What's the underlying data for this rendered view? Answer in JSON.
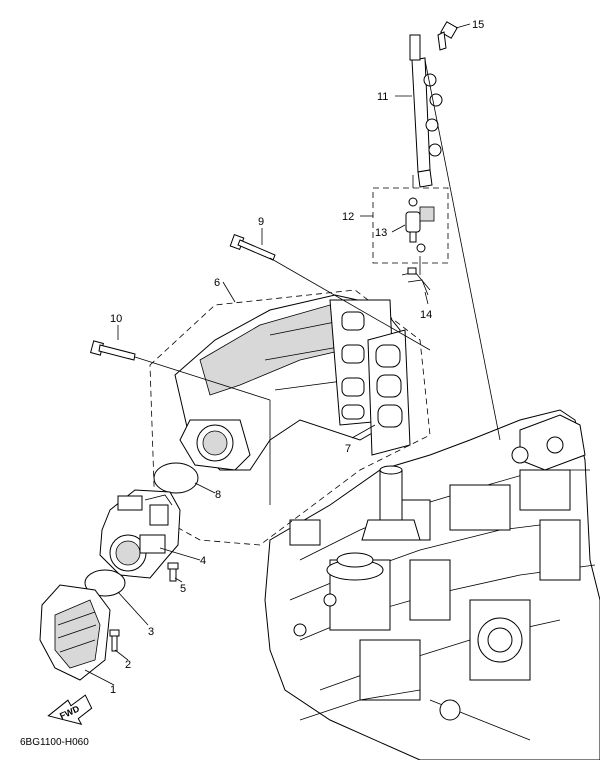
{
  "diagram_code": "6BG1100-H060",
  "fwd_label": "FWD",
  "callouts": {
    "c1": "1",
    "c2": "2",
    "c3": "3",
    "c4": "4",
    "c5": "5",
    "c6": "6",
    "c7": "7",
    "c8": "8",
    "c9": "9",
    "c10": "10",
    "c11": "11",
    "c12": "12",
    "c13": "13",
    "c14": "14",
    "c15": "15"
  }
}
